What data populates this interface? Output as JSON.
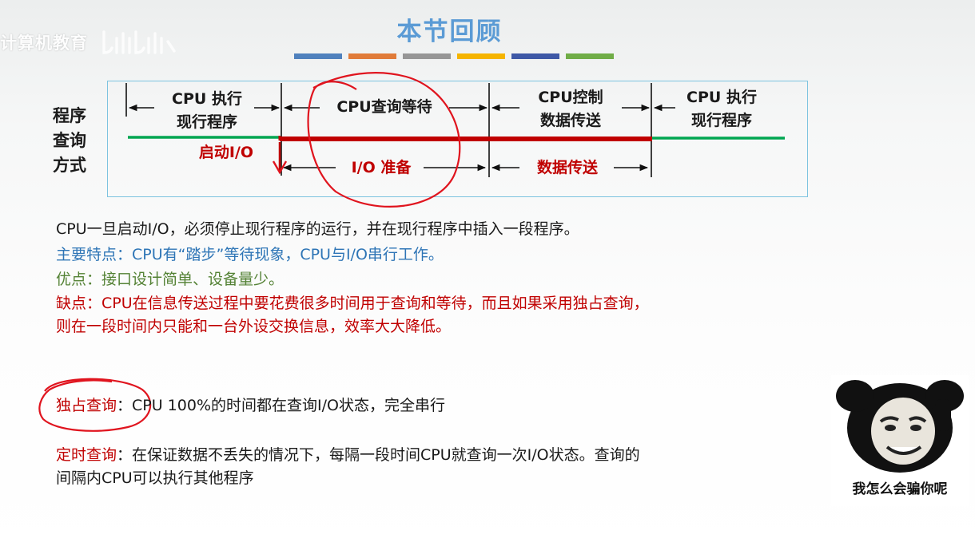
{
  "watermark": {
    "text": "计算机教育",
    "logo": "bilibili-logo"
  },
  "header": {
    "title": "本节回顾",
    "color_bars": [
      "#4f81bd",
      "#e07b39",
      "#969696",
      "#f5b400",
      "#3e58a6",
      "#70ad47"
    ]
  },
  "diagram": {
    "side_label": [
      "程序",
      "查询",
      "方式"
    ],
    "segments": [
      [
        "CPU 执行",
        "现行程序"
      ],
      [
        "CPU查询等待"
      ],
      [
        "CPU控制",
        "数据传送"
      ],
      [
        "CPU  执行",
        "现行程序"
      ]
    ],
    "start_io": "启动I/O",
    "io_prepare": "I/O 准备",
    "data_transfer": "数据传送"
  },
  "content": {
    "line1": "CPU一旦启动I/O，必须停止现行程序的运行，并在现行程序中插入一段程序。",
    "features": "主要特点：CPU有“踏步”等待现象，CPU与I/O串行工作。",
    "pros": "优点：接口设计简单、设备量少。",
    "cons_1": "缺点：CPU在信息传送过程中要花费很多时间用于查询和等待，而且如果采用独占查询，",
    "cons_2": "则在一段时间内只能和一台外设交换信息，效率大大降低。",
    "exclusive_label": "独占查询",
    "exclusive_text": "：CPU 100%的时间都在查询I/O状态，完全串行",
    "timed_label": "定时查询",
    "timed_text": "：在保证数据不丢失的情况下，每隔一段时间CPU就查询一次I/O状态。查询的",
    "timed_text_2": "间隔内CPU可以执行其他程序"
  },
  "meme": {
    "caption": "我怎么会骗你呢",
    "image": "panda-face-meme"
  },
  "colors": {
    "title": "#5b9bd5",
    "green_line": "#00a651",
    "red_line": "#c00000",
    "annotation": "#e0141e",
    "frame": "#7dc3e0"
  }
}
